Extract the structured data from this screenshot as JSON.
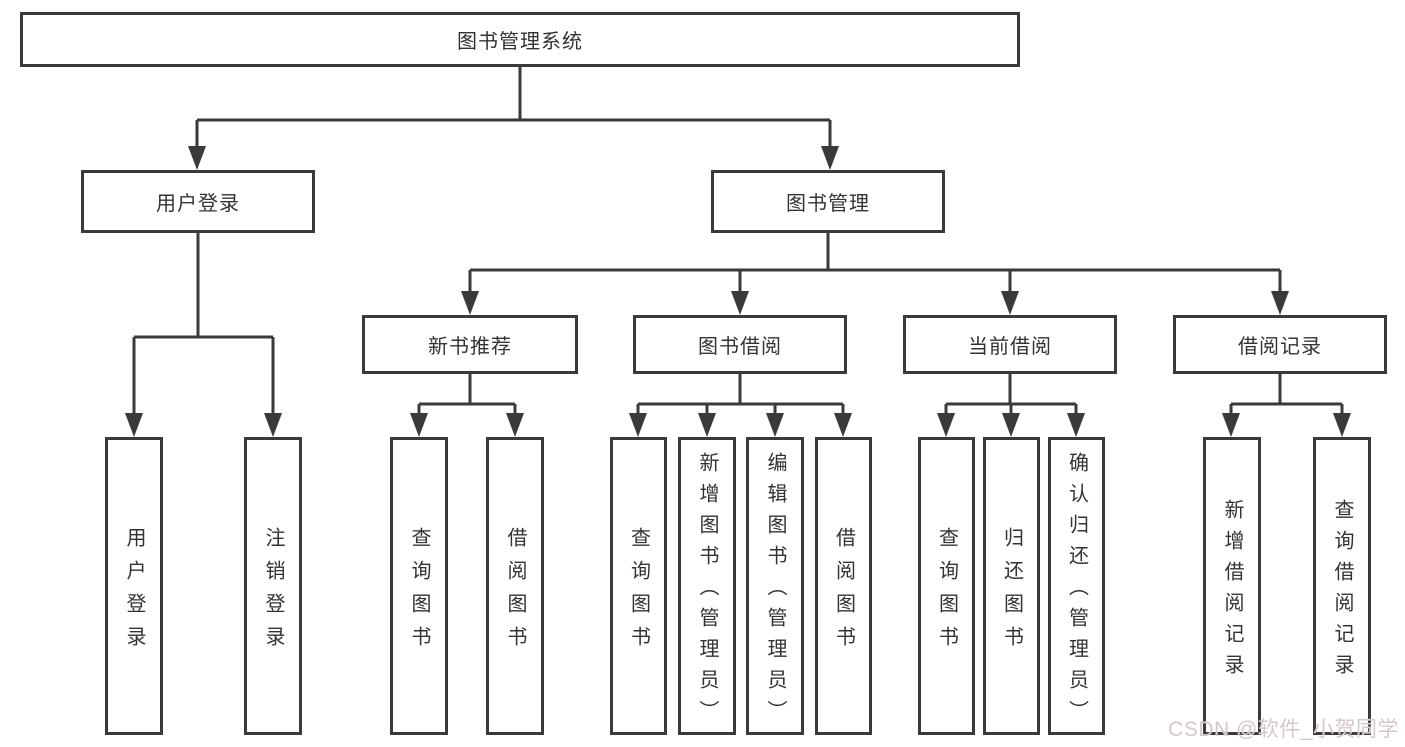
{
  "tree": {
    "root": {
      "label": "图书管理系统"
    },
    "branches": [
      {
        "label": "用户登录"
      },
      {
        "label": "图书管理"
      }
    ],
    "modules": [
      {
        "label": "新书推荐"
      },
      {
        "label": "图书借阅"
      },
      {
        "label": "当前借阅"
      },
      {
        "label": "借阅记录"
      }
    ],
    "leaves": {
      "user": [
        "用户登录",
        "注销登录"
      ],
      "recommend": [
        "查询图书",
        "借阅图书"
      ],
      "borrow": [
        "查询图书",
        "新增图书（管理员）",
        "编辑图书（管理员）",
        "借阅图书"
      ],
      "current": [
        "查询图书",
        "归还图书",
        "确认归还（管理员）"
      ],
      "records": [
        "新增借阅记录",
        "查询借阅记录"
      ]
    }
  },
  "watermark": {
    "text": "CSDN @软件_小贺同学",
    "color": "#d8c6c6"
  },
  "colors": {
    "line": "#3a3a3a",
    "text": "#333333",
    "background": "#ffffff"
  }
}
